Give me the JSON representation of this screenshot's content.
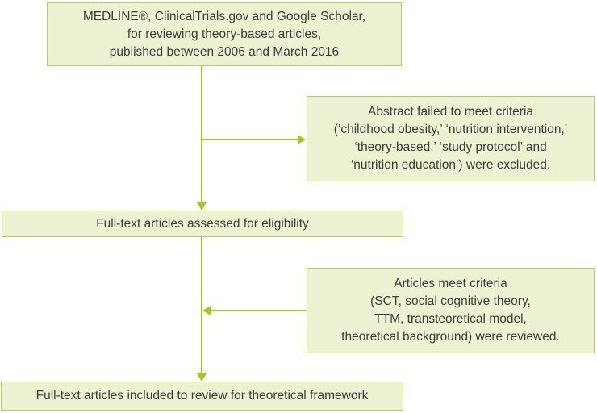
{
  "figure": {
    "type": "flowchart",
    "description": "Article screening flow diagram for literature review"
  },
  "colors": {
    "background": "#ffffff",
    "box_fill": "#edf3d2",
    "box_border": "#b8cc5b",
    "connector": "#a4c821",
    "text": "#3c3c3c"
  },
  "nodes": {
    "sources": {
      "lines": [
        "MEDLINE®, ClinicalTrials.gov and Google Scholar,",
        "for reviewing theory-based articles,",
        "published between 2006 and March 2016"
      ]
    },
    "excluded": {
      "lines": [
        "Abstract failed to meet criteria",
        "(‘childhood obesity,’ ‘nutrition intervention,’",
        "‘theory-based,’ ‘study protocol’ and",
        "‘nutrition education’) were excluded."
      ]
    },
    "eligibility": {
      "lines": [
        "Full-text articles assessed for eligibility"
      ]
    },
    "reviewed": {
      "lines": [
        "Articles meet criteria",
        "(SCT, social cognitive theory,",
        "TTM, transteoretical model,",
        "theoretical background) were reviewed."
      ]
    },
    "included": {
      "lines": [
        "Full-text articles included to review for theoretical framework"
      ]
    }
  }
}
